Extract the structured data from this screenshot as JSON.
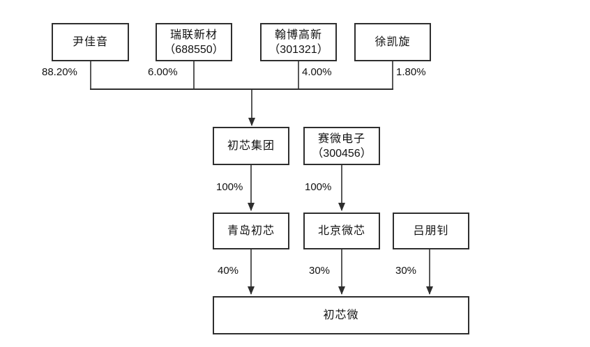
{
  "diagram": {
    "type": "equity-structure",
    "background": "#ffffff",
    "line_color": "#2e2e2e",
    "text_color": "#111111"
  },
  "nodes": [
    {
      "name": "尹佳音"
    },
    {
      "name": "瑞联新材",
      "code": "（688550）"
    },
    {
      "name": "翰博高新",
      "code": "（301321）"
    },
    {
      "name": "徐凯旋"
    },
    {
      "name": "初芯集团"
    },
    {
      "name": "赛微电子",
      "code": "（300456）"
    },
    {
      "name": "青岛初芯"
    },
    {
      "name": "北京微芯"
    },
    {
      "name": "吕朋钊"
    },
    {
      "name": "初芯微"
    }
  ],
  "edges": [
    {
      "from": "尹佳音",
      "to": "初芯集团",
      "label": "88.20%"
    },
    {
      "from": "瑞联新材（688550）",
      "to": "初芯集团",
      "label": "6.00%"
    },
    {
      "from": "翰博高新（301321）",
      "to": "初芯集团",
      "label": "4.00%"
    },
    {
      "from": "徐凯旋",
      "to": "初芯集团",
      "label": "1.80%"
    },
    {
      "from": "初芯集团",
      "to": "青岛初芯",
      "label": "100%"
    },
    {
      "from": "赛微电子（300456）",
      "to": "北京微芯",
      "label": "100%"
    },
    {
      "from": "青岛初芯",
      "to": "初芯微",
      "label": "40%"
    },
    {
      "from": "北京微芯",
      "to": "初芯微",
      "label": "30%"
    },
    {
      "from": "吕朋钊",
      "to": "初芯微",
      "label": "30%"
    }
  ]
}
